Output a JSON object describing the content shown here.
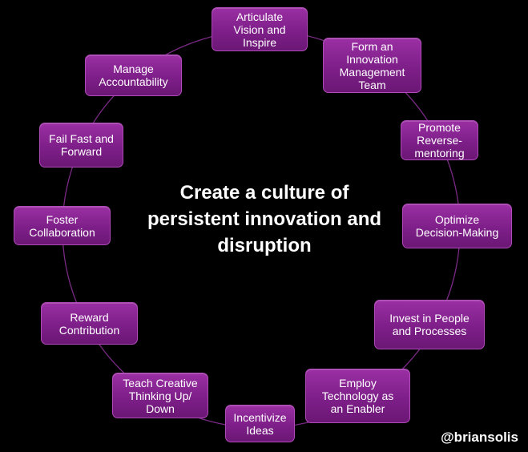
{
  "diagram": {
    "center_text": "Create a culture of\npersistent innovation and\ndisruption",
    "nodes": [
      {
        "label": "Articulate\nVision and\nInspire"
      },
      {
        "label": "Form an\nInnovation\nManagement\nTeam"
      },
      {
        "label": "Promote\nReverse-\nmentoring"
      },
      {
        "label": "Optimize\nDecision-Making"
      },
      {
        "label": "Invest in People\nand Processes"
      },
      {
        "label": "Employ\nTechnology as\nan Enabler"
      },
      {
        "label": "Incentivize\nIdeas"
      },
      {
        "label": "Teach Creative\nThinking Up/\nDown"
      },
      {
        "label": "Reward\nContribution"
      },
      {
        "label": "Foster\nCollaboration"
      },
      {
        "label": "Fail Fast and\nForward"
      },
      {
        "label": "Manage\nAccountability"
      }
    ],
    "colors": {
      "background": "#000000",
      "node_fill": "#8a2596",
      "node_border": "#b04ab9",
      "ring_line": "#7a2a85",
      "text": "#ffffff"
    }
  },
  "watermark": "@briansolis"
}
